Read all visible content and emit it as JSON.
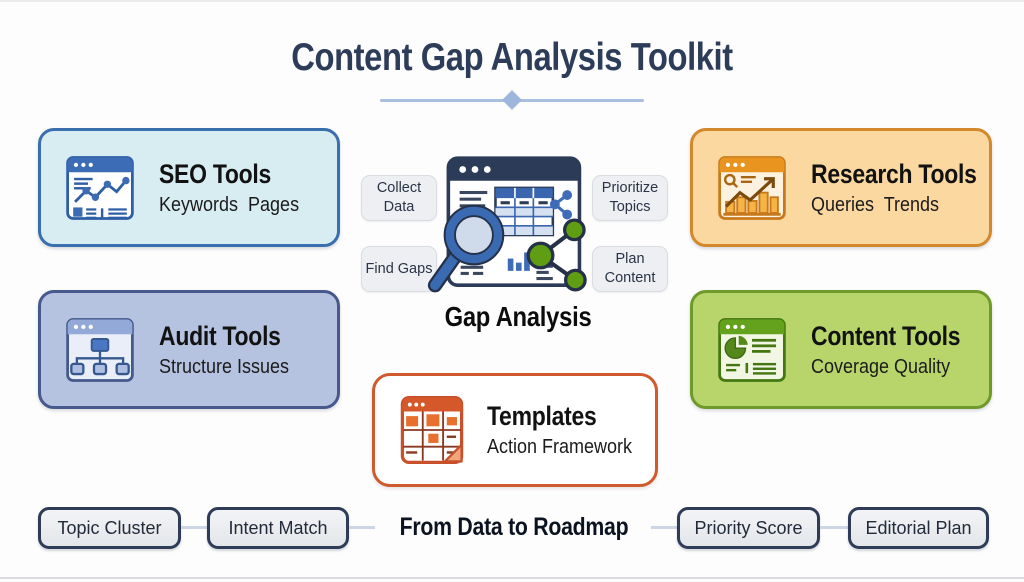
{
  "title": "Content Gap Analysis Toolkit",
  "tool_boxes": [
    {
      "title": "SEO Tools",
      "subtitle": "Keywords  Pages",
      "bg": "#d8edf2",
      "border": "#3a6fae"
    },
    {
      "title": "Audit Tools",
      "subtitle": "Structure Issues",
      "bg": "#b6c3e0",
      "border": "#47598c"
    },
    {
      "title": "Research Tools",
      "subtitle": "Queries  Trends",
      "bg": "#fbd8a0",
      "border": "#d2892b"
    },
    {
      "title": "Content Tools",
      "subtitle": "Coverage Quality",
      "bg": "#b8d56b",
      "border": "#6f9a2b"
    }
  ],
  "center": {
    "caption": "Gap Analysis",
    "steps": [
      "Collect Data",
      "Prioritize Topics",
      "Find Gaps",
      "Plan Content"
    ]
  },
  "templates_box": {
    "title": "Templates",
    "subtitle": "Action Framework",
    "border": "#cf5a2d"
  },
  "bottom": {
    "headline": "From Data to Roadmap",
    "pills": [
      "Topic Cluster",
      "Intent Match",
      "Priority Score",
      "Editorial Plan"
    ]
  },
  "colors": {
    "title_navy": "#2d3c58",
    "divider_blue": "#a9bede",
    "illustration_blue": "#3a6ab2",
    "illustration_green": "#5f9d13",
    "outline_navy": "#253149",
    "pill_border": "#2e3c58",
    "step_label_bg": "#edeff2"
  }
}
